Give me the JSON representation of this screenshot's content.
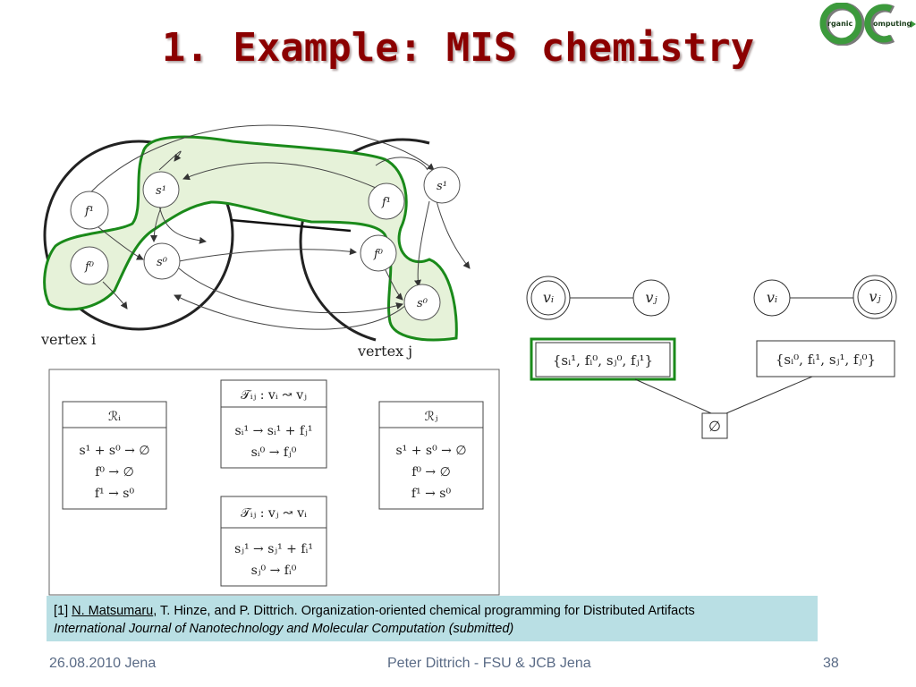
{
  "slide": {
    "title": "1. Example: MIS chemistry",
    "slide_number": "38"
  },
  "logo": {
    "word_left": "rganic",
    "word_right": "omputing"
  },
  "diagram": {
    "colors": {
      "highlight_stroke": "#1a8a1a",
      "highlight_fill": "#e6f2d9",
      "title": "#8b0000",
      "citation_bg": "#b9dfe4",
      "footer_text": "#5a6b86"
    },
    "nodes": {
      "s1_i": "s¹",
      "f1_i": "f¹",
      "f0_i": "f⁰",
      "s0_i": "s⁰",
      "f1_j": "f¹",
      "f0_j": "f⁰",
      "s1_j": "s¹",
      "s0_j": "s⁰"
    },
    "vertex_i_label": "vertex i",
    "vertex_j_label": "vertex j"
  },
  "rules": {
    "R_i": {
      "title": "ℛᵢ",
      "lines": [
        "s¹ + s⁰ → ∅",
        "f⁰ → ∅",
        "f¹ → s⁰"
      ]
    },
    "R_j": {
      "title": "ℛⱼ",
      "lines": [
        "s¹ + s⁰ → ∅",
        "f⁰ → ∅",
        "f¹ → s⁰"
      ]
    },
    "T_ij_forward": {
      "title": "𝒯ᵢⱼ : vᵢ ↝ vⱼ",
      "lines": [
        "sᵢ¹ → sᵢ¹ + fⱼ¹",
        "sᵢ⁰ → fⱼ⁰"
      ]
    },
    "T_ij_backward": {
      "title": "𝒯ᵢⱼ : vⱼ ↝ vᵢ",
      "lines": [
        "sⱼ¹ → sⱼ¹ + fᵢ¹",
        "sⱼ⁰ → fᵢ⁰"
      ]
    }
  },
  "graph": {
    "left_vi": "vᵢ",
    "left_vj": "vⱼ",
    "right_vi": "vᵢ",
    "right_vj": "vⱼ",
    "left_set": "{sᵢ¹, fᵢ⁰, sⱼ⁰, fⱼ¹}",
    "right_set": "{sᵢ⁰, fᵢ¹, sⱼ¹, fⱼ⁰}",
    "empty_set": "∅"
  },
  "citation": {
    "ref_number": "[1]",
    "author_link": "N. Matsumaru",
    "rest": ", T. Hinze, and P. Dittrich. Organization-oriented chemical programming for Distributed Artifacts",
    "journal": "International Journal of Nanotechnology and Molecular Computation (submitted)"
  },
  "footer": {
    "date": "26.08.2010 Jena",
    "author": "Peter Dittrich  - FSU & JCB Jena",
    "page": "38"
  }
}
